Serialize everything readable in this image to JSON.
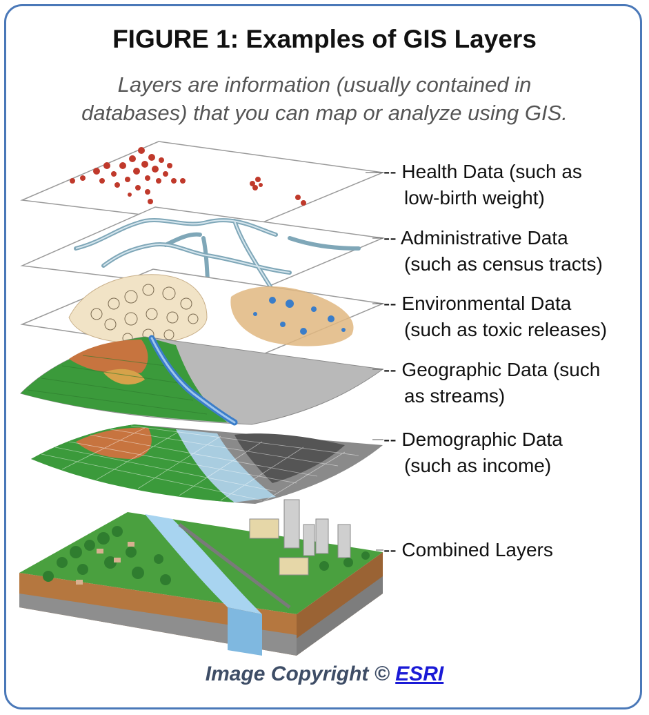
{
  "title": "FIGURE 1: Examples of GIS Layers",
  "subtitle_lines": [
    "Layers are information (usually contained in",
    "databases) that you can map or analyze using GIS."
  ],
  "layers": [
    {
      "lines": [
        "-- Health Data (such as",
        "low-birth weight)"
      ]
    },
    {
      "lines": [
        "-- Administrative Data",
        "(such as census tracts)"
      ]
    },
    {
      "lines": [
        "-- Environmental Data",
        "(such as toxic releases)"
      ]
    },
    {
      "lines": [
        "-- Geographic Data (such",
        "as streams)"
      ]
    },
    {
      "lines": [
        "-- Demographic Data",
        "(such as income)"
      ]
    },
    {
      "lines": [
        "-- Combined Layers"
      ]
    }
  ],
  "copyright": {
    "text": "Image Copyright ©",
    "link": "ESRI"
  },
  "colors": {
    "border": "#4a78b8",
    "health_points": "#c0392b",
    "roads": "#7fa7b8",
    "vegetation": "#3b9a3b",
    "soil": "#c7743f",
    "water": "#3a7dc9",
    "urban": "#9e9e9e"
  }
}
